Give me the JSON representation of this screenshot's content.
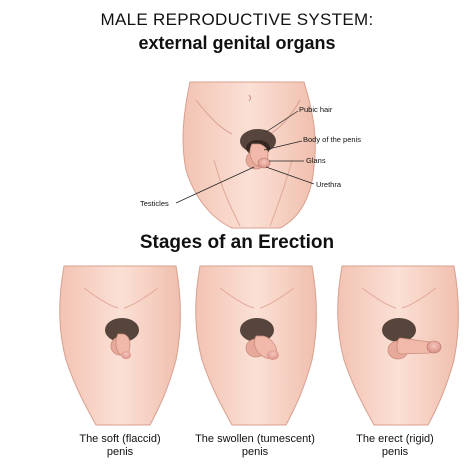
{
  "header": {
    "title": "MALE REPRODUCTIVE SYSTEM:",
    "subtitle": "external genital organs"
  },
  "main_figure": {
    "labels": {
      "pubic_hair": "Pubic hair",
      "body_of_penis": "Body of the penis",
      "glans": "Glans",
      "urethra": "Urethra",
      "testicles": "Testicles"
    }
  },
  "stages": {
    "heading": "Stages of an Erection",
    "items": [
      {
        "line1": "The soft (flaccid)",
        "line2": "penis"
      },
      {
        "line1": "The swollen (tumescent)",
        "line2": "penis"
      },
      {
        "line1": "The erect (rigid)",
        "line2": "penis"
      }
    ]
  },
  "colors": {
    "skin": "#f6d3c6",
    "skin_shadow": "#e9b3a3",
    "outline": "#c98d7d",
    "hair": "#3a2a22",
    "leader_line": "#222222"
  }
}
